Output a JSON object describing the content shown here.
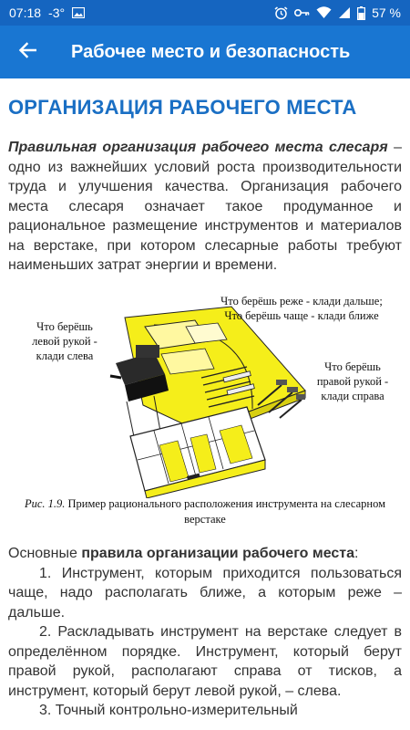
{
  "status": {
    "time": "07:18",
    "temperature": "-3°",
    "battery": "57 %"
  },
  "toolbar": {
    "title": "Рабочее место и безопасность"
  },
  "article": {
    "heading": "ОРГАНИЗАЦИЯ РАБОЧЕГО МЕСТА",
    "intro_emphasis": "Правильная организация рабочего места слесаря",
    "intro_rest": " – одно из важнейших условий роста производительности труда и улучшения качества. Организация рабочего места слесаря означает такое продуманное и рациональное размещение инструментов и материалов на верстаке, при котором слесарные работы требуют наименьших затрат энергии и времени.",
    "figure": {
      "label_top_line1": "Что берёшь реже - клади дальше;",
      "label_top_line2": "Что берёшь чаще - клади ближе",
      "label_left_line1": "Что берёшь",
      "label_left_line2": "левой рукой -",
      "label_left_line3": "клади слева",
      "label_right_line1": "Что берёшь",
      "label_right_line2": "правой рукой -",
      "label_right_line3": "клади справа",
      "caption_num": "Рис. 1.9.",
      "caption_text": " Пример рационального расположения инструмента на слесарном верстаке"
    },
    "rules_intro_plain": "Основные ",
    "rules_intro_bold": "правила организации рабочего места",
    "rules_intro_colon": ":",
    "rules": [
      "1. Инструмент, которым приходится пользоваться чаще, надо располагать ближе, а которым реже – дальше.",
      "2. Раскладывать инструмент на верстаке следует в определённом порядке. Инструмент, который берут правой рукой, располагают справа от тисков, а инструмент, который берут левой рукой, – слева.",
      "3. Точный контрольно-измерительный"
    ]
  },
  "colors": {
    "status_bar": "#1565C0",
    "app_bar": "#1976D2",
    "heading": "#1A6FC4",
    "bench_yellow": "#F5EE1A"
  },
  "icons": [
    "back-arrow-icon",
    "image-icon",
    "alarm-icon",
    "key-icon",
    "wifi-icon",
    "signal-icon",
    "battery-icon"
  ]
}
